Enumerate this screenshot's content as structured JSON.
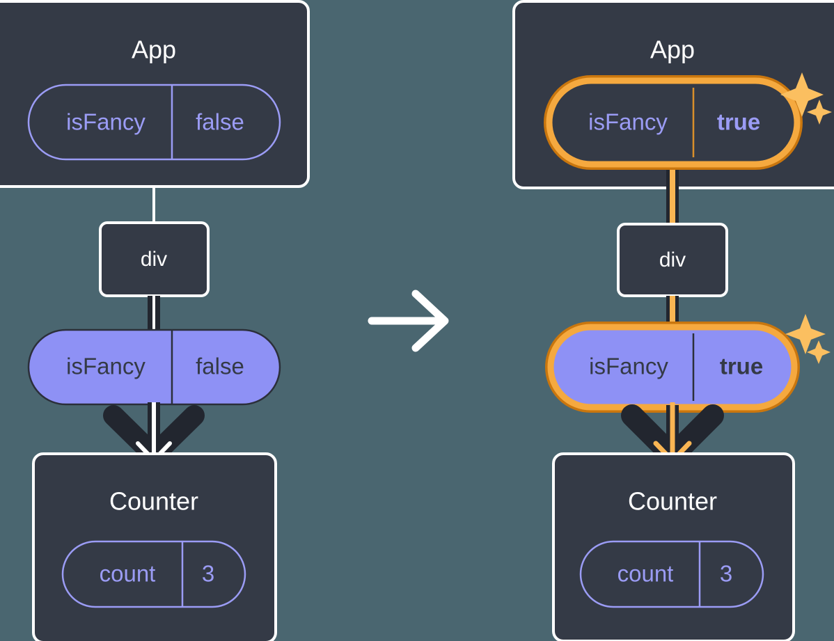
{
  "diagram": {
    "title": "State update propagation in React component tree",
    "background_color": "#4a6670",
    "transition_arrow": "right-arrow"
  },
  "colors": {
    "background": "#4a6670",
    "node_fill": "#343a46",
    "node_border": "#ffffff",
    "pill_outline_stroke": "#9b9cf5",
    "pill_outline_text": "#9b9cf5",
    "pill_solid_fill": "#8e91f5",
    "pill_solid_text": "#2b2f3a",
    "highlight_outer": "#c9760e",
    "highlight_inner": "#f5a93f",
    "sparkle": "#fbbf60",
    "edge_dark": "#22262f",
    "edge_light": "#ffffff",
    "edge_highlight": "#f9b553"
  },
  "panels": [
    {
      "id": "before",
      "name": "before-update",
      "highlighted": false,
      "app": {
        "title": "App",
        "state_pill": {
          "key": "isFancy",
          "value": "false",
          "style": "outline",
          "highlighted": false
        }
      },
      "div": {
        "title": "div"
      },
      "props_pill": {
        "key": "isFancy",
        "value": "false",
        "style": "solid",
        "highlighted": false
      },
      "counter": {
        "title": "Counter",
        "state_pill": {
          "key": "count",
          "value": "3",
          "style": "outline",
          "highlighted": false
        }
      }
    },
    {
      "id": "after",
      "name": "after-update",
      "highlighted": true,
      "app": {
        "title": "App",
        "state_pill": {
          "key": "isFancy",
          "value": "true",
          "style": "outline",
          "highlighted": true
        }
      },
      "div": {
        "title": "div"
      },
      "props_pill": {
        "key": "isFancy",
        "value": "true",
        "style": "solid",
        "highlighted": true
      },
      "counter": {
        "title": "Counter",
        "state_pill": {
          "key": "count",
          "value": "3",
          "style": "outline",
          "highlighted": false
        }
      }
    }
  ]
}
